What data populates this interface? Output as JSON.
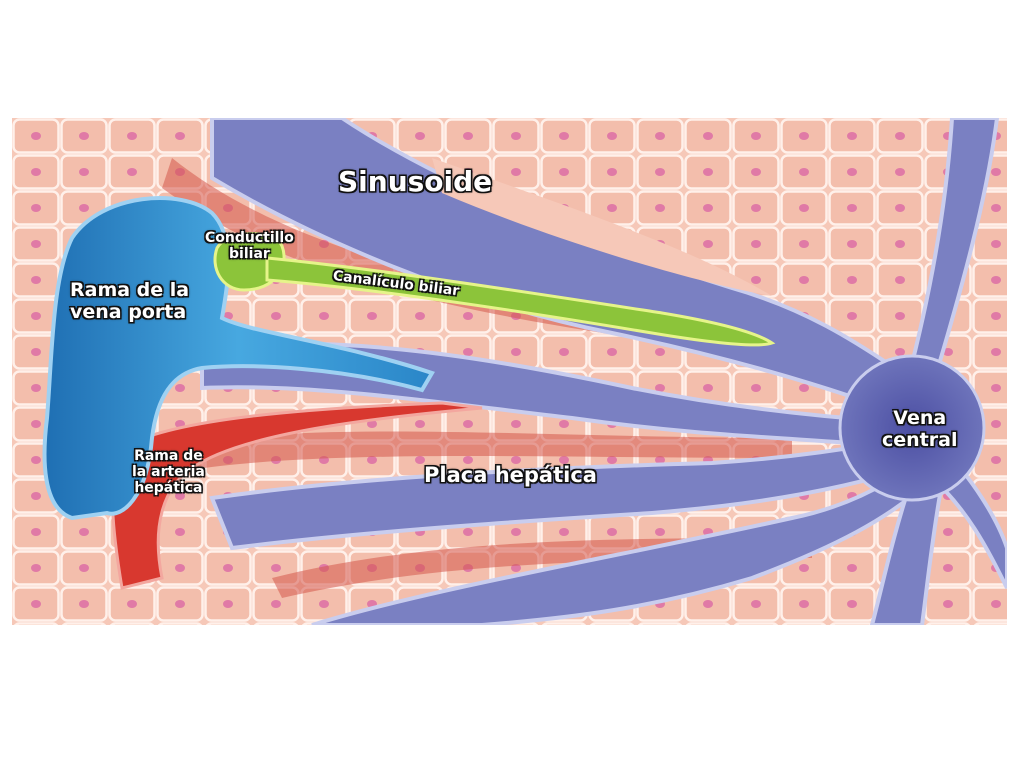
{
  "labels": {
    "sinusoid": "Sinusoide",
    "bile_ductule": [
      "Conductillo",
      "biliar"
    ],
    "bile_canaliculus": "Canalículo biliar",
    "portal_vein_branch": [
      "Rama de la",
      "vena porta"
    ],
    "hepatic_artery_branch": [
      "Rama de",
      "la arteria",
      "hepática"
    ],
    "hepatic_plate": "Placa hepática",
    "central_vein": [
      "Vena",
      "central"
    ]
  },
  "colors": {
    "hepatocyte_fill": "#f6c8b8",
    "hepatocyte_border": "#fff0ea",
    "nucleus": "#e07aa6",
    "plate_shadow": "#d4584c",
    "sinusoid": "#7a80c2",
    "central_vein": "#5c5fae",
    "portal_vein": "#2e8ccc",
    "hepatic_artery": "#d8382f",
    "bile": "#8cc43a"
  }
}
